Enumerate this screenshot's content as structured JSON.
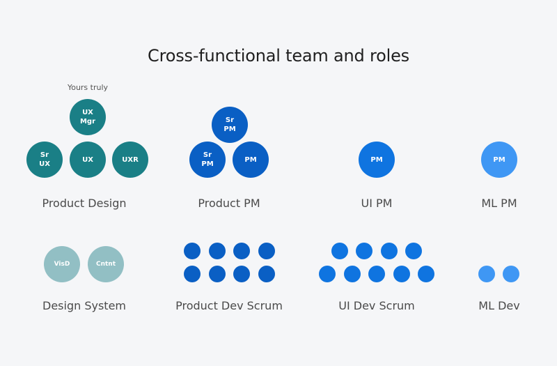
{
  "title": "Cross-functional team and roles",
  "annotation": "Yours truly",
  "colors": {
    "teal": "#1a7f86",
    "teal_light": "#92bfc4",
    "navy_blue": "#0a5fc4",
    "blue": "#0f74e0",
    "light_blue": "#3f97f4"
  },
  "groups": {
    "product_design": {
      "label": "Product Design",
      "members": [
        "UX\nMgr",
        "Sr\nUX",
        "UX",
        "UXR"
      ]
    },
    "product_pm": {
      "label": "Product PM",
      "members": [
        "Sr\nPM",
        "Sr\nPM",
        "PM"
      ]
    },
    "ui_pm": {
      "label": "UI PM",
      "members": [
        "PM"
      ]
    },
    "ml_pm": {
      "label": "ML PM",
      "members": [
        "PM"
      ]
    },
    "design_system": {
      "label": "Design System",
      "members": [
        "VisD",
        "Cntnt"
      ]
    },
    "product_dev_scrum": {
      "label": "Product Dev Scrum",
      "member_count": 8
    },
    "ui_dev_scrum": {
      "label": "UI Dev Scrum",
      "member_count": 9
    },
    "ml_dev": {
      "label": "ML Dev",
      "member_count": 2
    }
  }
}
